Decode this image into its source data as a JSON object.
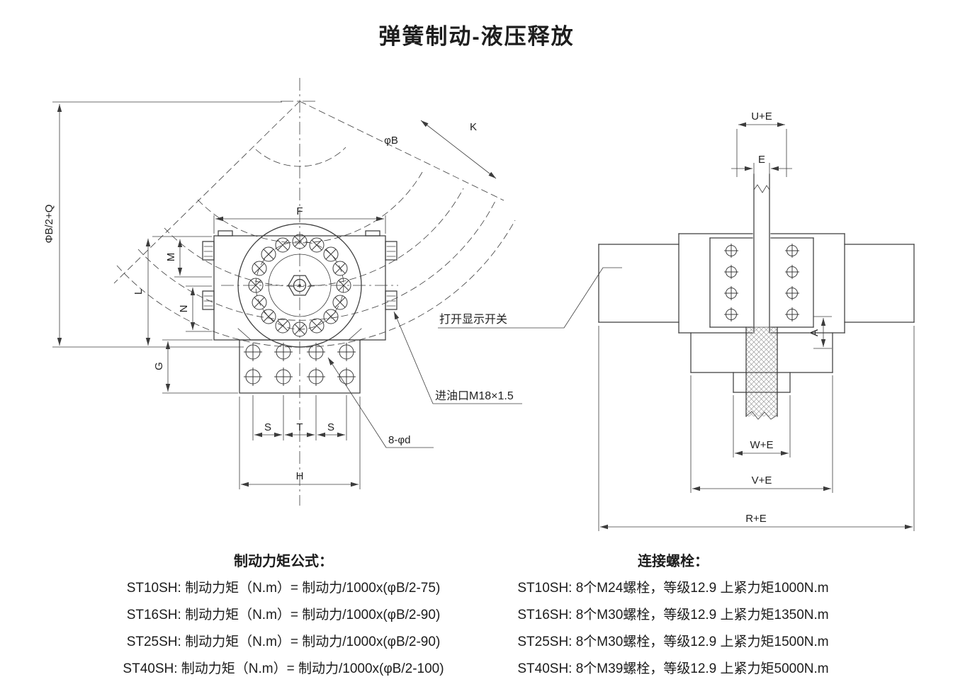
{
  "page": {
    "title": "弹簧制动-液压释放"
  },
  "front_view": {
    "dim_labels": {
      "phi_b_half_q": "ΦB/2+Q",
      "phi_b": "φB",
      "k": "K",
      "f": "F",
      "m": "M",
      "l": "L",
      "n": "N",
      "g": "G",
      "s_left": "S",
      "t": "T",
      "s_right": "S",
      "h": "H"
    },
    "callouts": {
      "bolt_holes": "8-φd",
      "oil_port": "进油口M18×1.5"
    }
  },
  "side_view": {
    "dim_labels": {
      "u_plus_e": "U+E",
      "e": "E",
      "a": "A",
      "w_plus_e": "W+E",
      "v_plus_e": "V+E",
      "r_plus_e": "R+E"
    },
    "callouts": {
      "switch": "打开显示开关"
    }
  },
  "torque_formulas": {
    "heading": "制动力矩公式：",
    "rows": [
      "ST10SH: 制动力矩（N.m）= 制动力/1000x(φB/2-75)",
      "ST16SH: 制动力矩（N.m）= 制动力/1000x(φB/2-90)",
      "ST25SH: 制动力矩（N.m）= 制动力/1000x(φB/2-90)",
      "ST40SH: 制动力矩（N.m）= 制动力/1000x(φB/2-100)"
    ]
  },
  "connection_bolts": {
    "heading": "连接螺栓：",
    "rows": [
      "ST10SH: 8个M24螺栓，等级12.9 上紧力矩1000N.m",
      "ST16SH: 8个M30螺栓，等级12.9 上紧力矩1350N.m",
      "ST25SH: 8个M30螺栓，等级12.9 上紧力矩1500N.m",
      "ST40SH: 8个M39螺栓，等级12.9 上紧力矩5000N.m"
    ]
  }
}
